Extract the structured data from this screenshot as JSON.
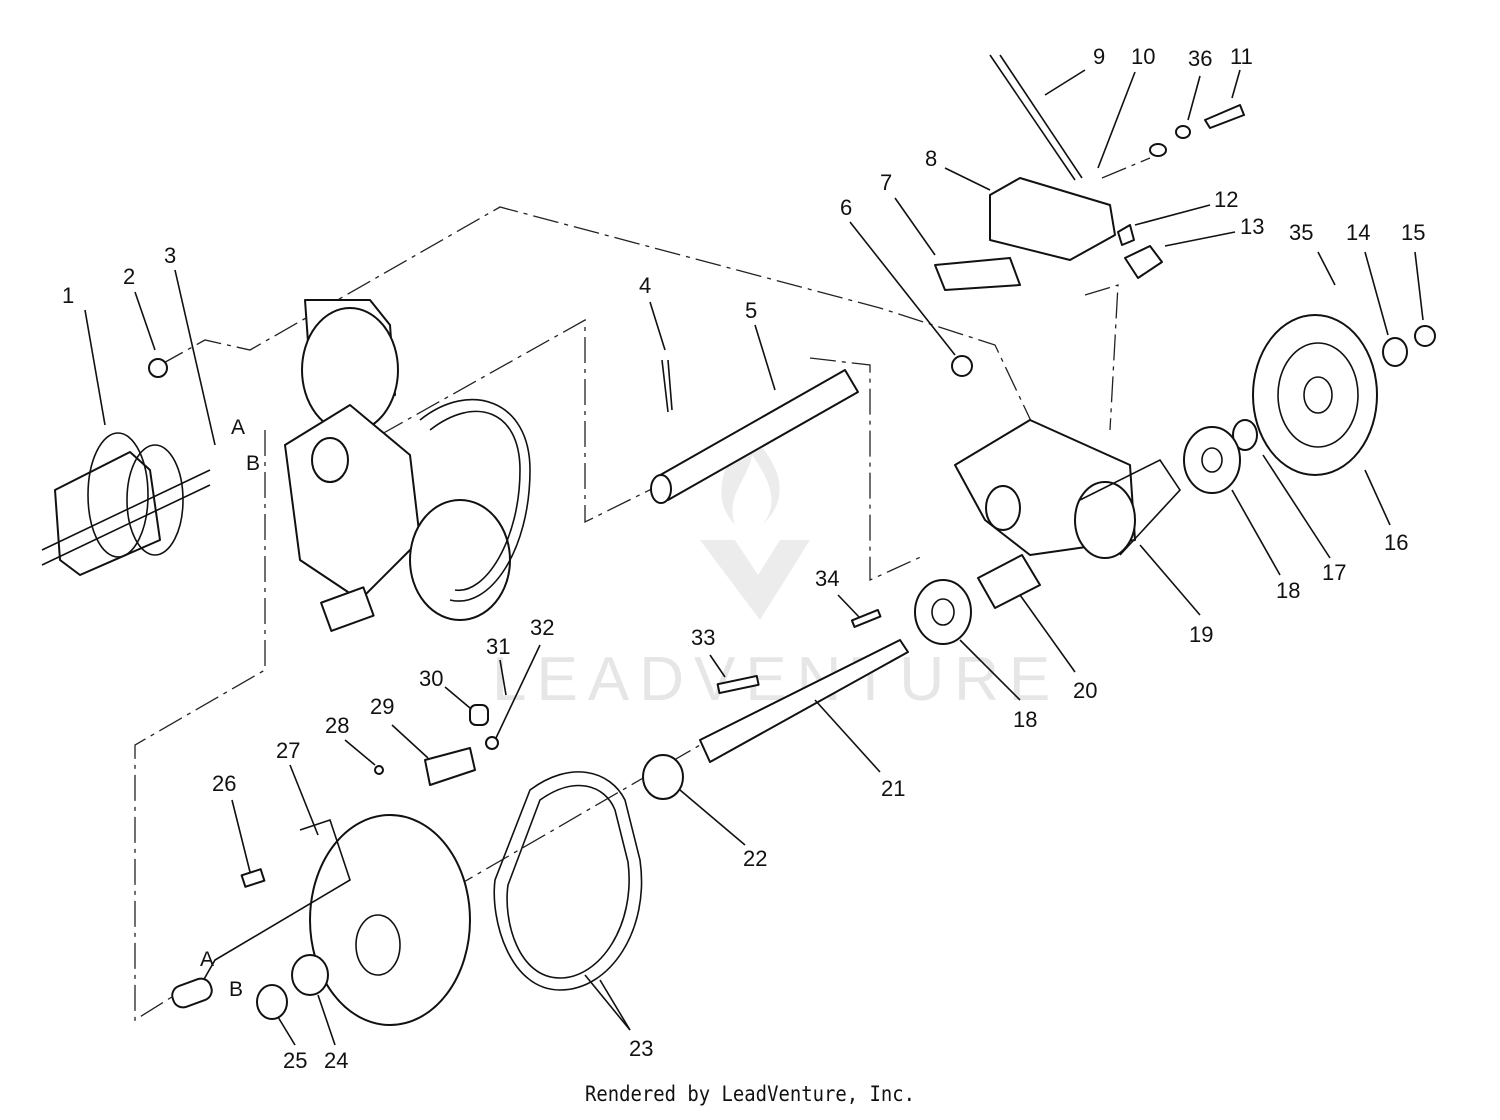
{
  "credit": "Rendered by LeadVenture, Inc.",
  "watermark": "LEADVENTURE",
  "connectors": {
    "a_top": "A",
    "b_top": "B",
    "a_bottom": "A",
    "b_bottom": "B"
  },
  "parts": [
    {
      "id": "p1",
      "label": "1"
    },
    {
      "id": "p2",
      "label": "2"
    },
    {
      "id": "p3",
      "label": "3"
    },
    {
      "id": "p4",
      "label": "4"
    },
    {
      "id": "p5",
      "label": "5"
    },
    {
      "id": "p6",
      "label": "6"
    },
    {
      "id": "p7",
      "label": "7"
    },
    {
      "id": "p8",
      "label": "8"
    },
    {
      "id": "p9",
      "label": "9"
    },
    {
      "id": "p10",
      "label": "10"
    },
    {
      "id": "p36",
      "label": "36"
    },
    {
      "id": "p11",
      "label": "11"
    },
    {
      "id": "p12",
      "label": "12"
    },
    {
      "id": "p13",
      "label": "13"
    },
    {
      "id": "p35",
      "label": "35"
    },
    {
      "id": "p14",
      "label": "14"
    },
    {
      "id": "p15",
      "label": "15"
    },
    {
      "id": "p16",
      "label": "16"
    },
    {
      "id": "p17",
      "label": "17"
    },
    {
      "id": "p18a",
      "label": "18"
    },
    {
      "id": "p19",
      "label": "19"
    },
    {
      "id": "p20",
      "label": "20"
    },
    {
      "id": "p18b",
      "label": "18"
    },
    {
      "id": "p34",
      "label": "34"
    },
    {
      "id": "p33",
      "label": "33"
    },
    {
      "id": "p31",
      "label": "31"
    },
    {
      "id": "p32",
      "label": "32"
    },
    {
      "id": "p30",
      "label": "30"
    },
    {
      "id": "p29",
      "label": "29"
    },
    {
      "id": "p28",
      "label": "28"
    },
    {
      "id": "p27",
      "label": "27"
    },
    {
      "id": "p26",
      "label": "26"
    },
    {
      "id": "p21",
      "label": "21"
    },
    {
      "id": "p22",
      "label": "22"
    },
    {
      "id": "p23",
      "label": "23"
    },
    {
      "id": "p24",
      "label": "24"
    },
    {
      "id": "p25",
      "label": "25"
    }
  ],
  "colors": {
    "ink": "#111111",
    "watermark": "#e6e6e6"
  }
}
